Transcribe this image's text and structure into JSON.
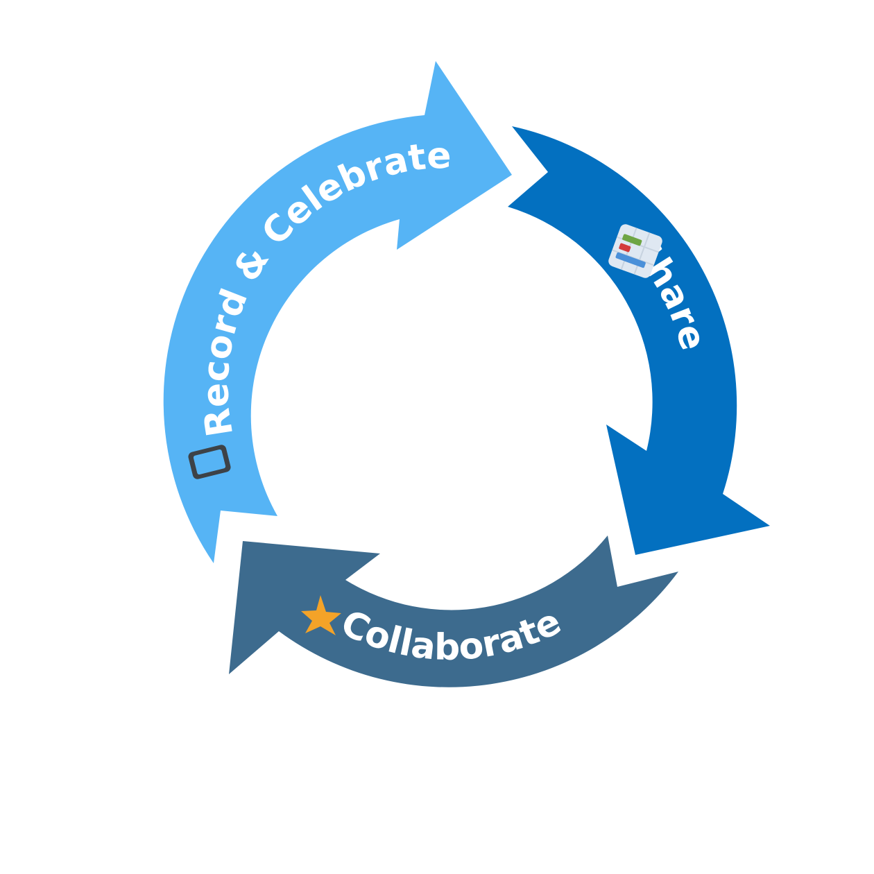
{
  "cycle": {
    "steps": [
      {
        "label": "Record & Celebrate",
        "color": "#56b4f5",
        "icon": "tablet-icon"
      },
      {
        "label": "Share",
        "color": "#0370c0",
        "icon": "bar-chart-icon"
      },
      {
        "label": "Collaborate",
        "color": "#3d6b8e",
        "icon": "star-icon"
      }
    ]
  },
  "icon_colors": {
    "star": "#f4a328",
    "tablet": "#3d4247",
    "tablet_screen": "#56b4f5",
    "chart_bg": "#dfe8f2",
    "chart_green": "#6ea544",
    "chart_red": "#d33b3b",
    "chart_blue": "#4a90d9"
  }
}
